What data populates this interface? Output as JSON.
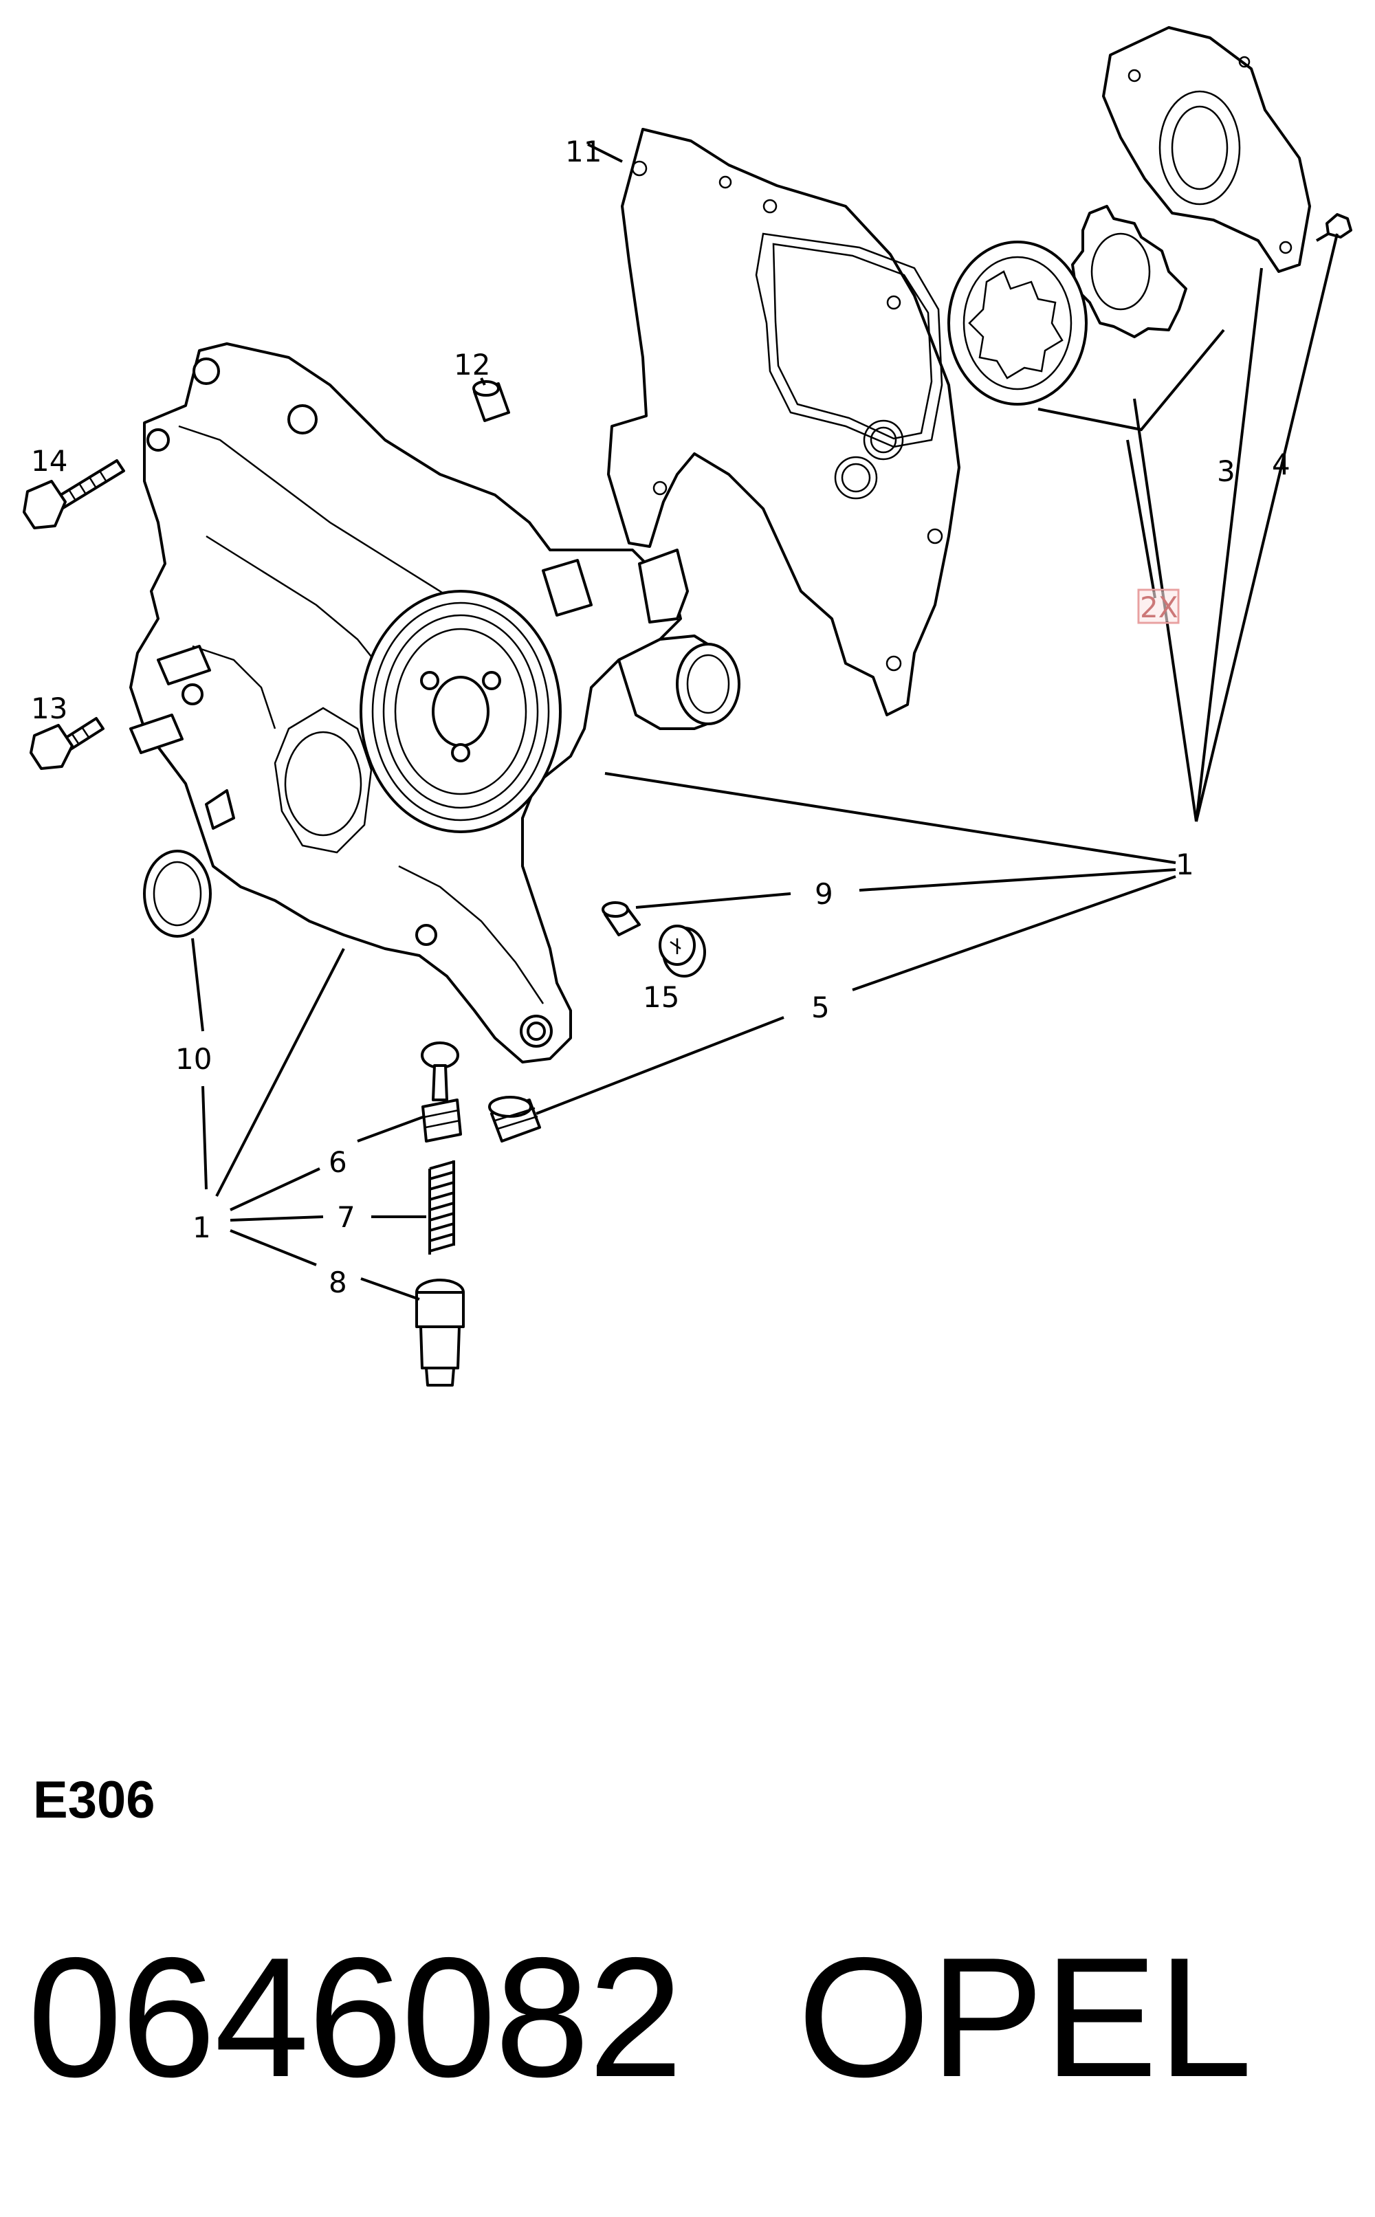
{
  "diagram": {
    "callouts": {
      "c1_right": "1",
      "c1_left": "1",
      "c2x": "2X",
      "c3": "3",
      "c4": "4",
      "c5": "5",
      "c6": "6",
      "c7": "7",
      "c8": "8",
      "c9": "9",
      "c10": "10",
      "c11": "11",
      "c12": "12",
      "c13": "13",
      "c14": "14",
      "c15": "15"
    },
    "highlight_color": "#e8a0a0"
  },
  "footer": {
    "code": "E306",
    "part_number": "0646082",
    "brand": "OPEL"
  }
}
